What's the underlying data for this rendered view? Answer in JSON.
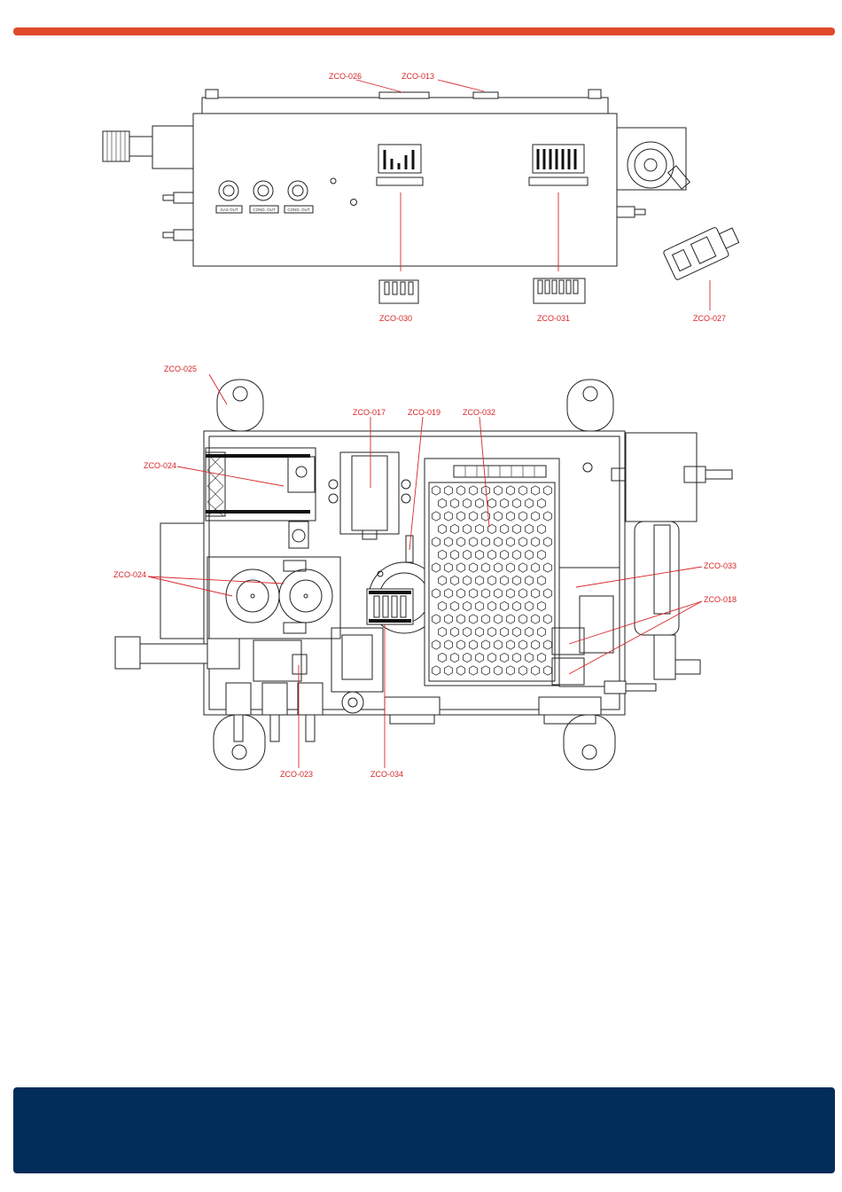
{
  "colors": {
    "accent_bar": "#e04a2b",
    "footer": "#022c59",
    "callout": "#d8262a"
  },
  "top_view": {
    "port_labels": [
      "GAS OUT",
      "COND. OUT",
      "COND. OUT"
    ],
    "callouts": {
      "zco_026": "ZCO-026",
      "zco_013": "ZCO-013",
      "zco_030": "ZCO-030",
      "zco_031": "ZCO-031",
      "zco_027": "ZCO-027"
    }
  },
  "front_view": {
    "callouts": {
      "zco_025": "ZCO-025",
      "zco_017": "ZCO-017",
      "zco_019": "ZCO-019",
      "zco_032": "ZCO-032",
      "zco_024_a": "ZCO-024",
      "zco_024_b": "ZCO-024",
      "zco_033": "ZCO-033",
      "zco_018": "ZCO-018",
      "zco_023": "ZCO-023",
      "zco_034": "ZCO-034"
    }
  }
}
